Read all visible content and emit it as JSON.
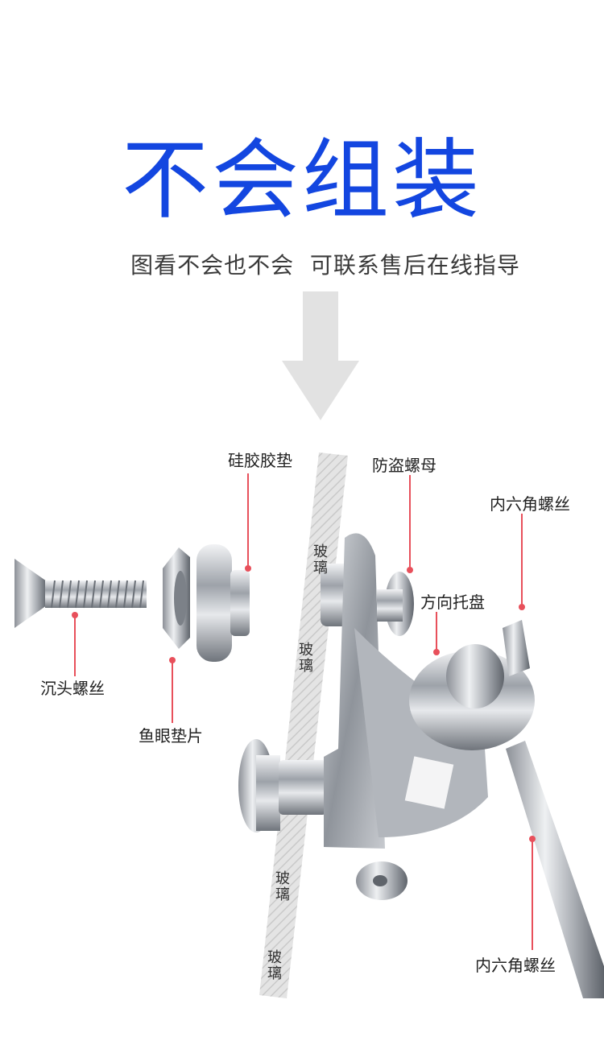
{
  "header": {
    "title": "不会组装",
    "subtitle": "图看不会也不会  可联系售后在线指导"
  },
  "labels": {
    "silicone_pad": "硅胶胶垫",
    "anti_theft_nut": "防盗螺母",
    "hex_screw_top": "内六角螺丝",
    "direction_tray": "方向托盘",
    "countersunk_screw": "沉头螺丝",
    "fisheye_washer": "鱼眼垫片",
    "hex_screw_bottom": "内六角螺丝"
  },
  "glass": {
    "label_1": "玻璃",
    "label_2": "玻璃",
    "label_3": "玻璃",
    "label_4": "玻璃"
  },
  "colors": {
    "title_blue": "#1346e0",
    "arrow_gray": "#e2e2e2",
    "leader_red": "#e8505b",
    "steel": "#b8bcc2"
  }
}
